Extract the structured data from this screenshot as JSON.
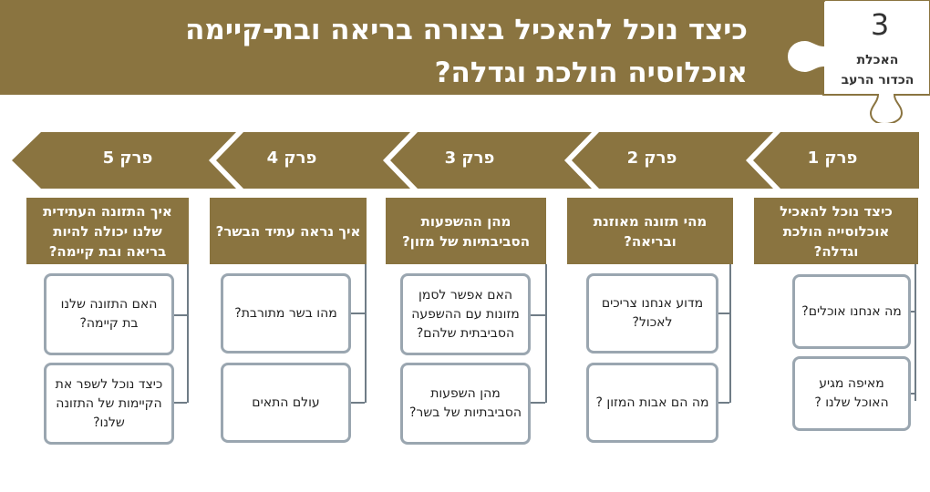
{
  "header": {
    "title_line1": "כיצד נוכל להאכיל בצורה בריאה ובת-קיימה",
    "title_line2": "אוכלוסיה הולכת וגדלה?",
    "badge_number": "3",
    "badge_line1": "האכלת",
    "badge_line2": "הכדור הרעב"
  },
  "colors": {
    "brand": "#8a7440",
    "box_border": "#9aa6b0"
  },
  "chapters": [
    {
      "label": "פרק 1",
      "heading": "כיצד נוכל להאכיל אוכלוסייה הולכת וגדלה?",
      "questions": [
        "מה אנחנו אוכלים?",
        "מאיפה מגיע האוכל שלנו ?"
      ]
    },
    {
      "label": "פרק 2",
      "heading": "מהי תזונה מאוזנת ובריאה?",
      "questions": [
        "מדוע אנחנו צריכים לאכול?",
        "מה הם אבות המזון ?"
      ]
    },
    {
      "label": "פרק 3",
      "heading": "מהן ההשפעות הסביבתיות של מזון?",
      "questions": [
        "האם אפשר לסמן מזונות עם ההשפעה הסביבתית שלהם?",
        "מהן השפעות הסביבתיות של בשר?"
      ]
    },
    {
      "label": "פרק 4",
      "heading": "איך נראה עתיד הבשר?",
      "questions": [
        "מהו בשר מתורבת?",
        "עולם התאים"
      ]
    },
    {
      "label": "פרק 5",
      "heading": "איך התזונה העתידית שלנו יכולה להיות בריאה ובת קיימה?",
      "questions": [
        "האם התזונה שלנו בת קיימה?",
        "כיצד נוכל לשפר את הקיימות של התזונה שלנו?"
      ]
    }
  ]
}
